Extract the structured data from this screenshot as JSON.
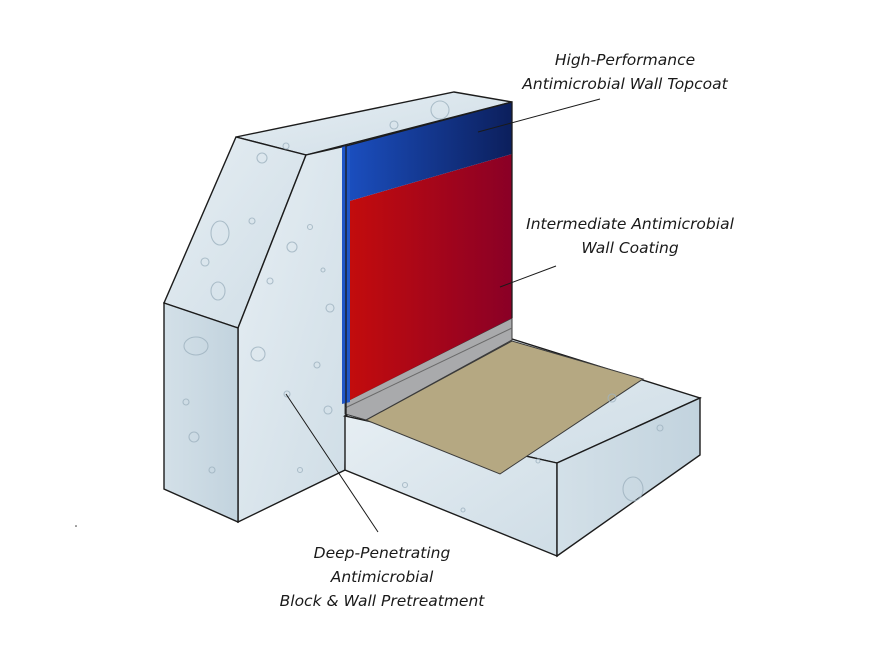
{
  "labels": {
    "topcoat": {
      "line1": "High-Performance",
      "line2": "Antimicrobial Wall Topcoat"
    },
    "intermediate": {
      "line1": "Intermediate Antimicrobial",
      "line2": "Wall Coating"
    },
    "pretreatment": {
      "line1": "Deep-Penetrating",
      "line2": "Antimicrobial",
      "line3": "Block & Wall Pretreatment"
    }
  },
  "colors": {
    "topcoat": "#12318a",
    "intermediate": "#b3001e",
    "floor_coating": "#b5a882",
    "concrete": "#dde8ee",
    "base_strip": "#a9aaac"
  }
}
